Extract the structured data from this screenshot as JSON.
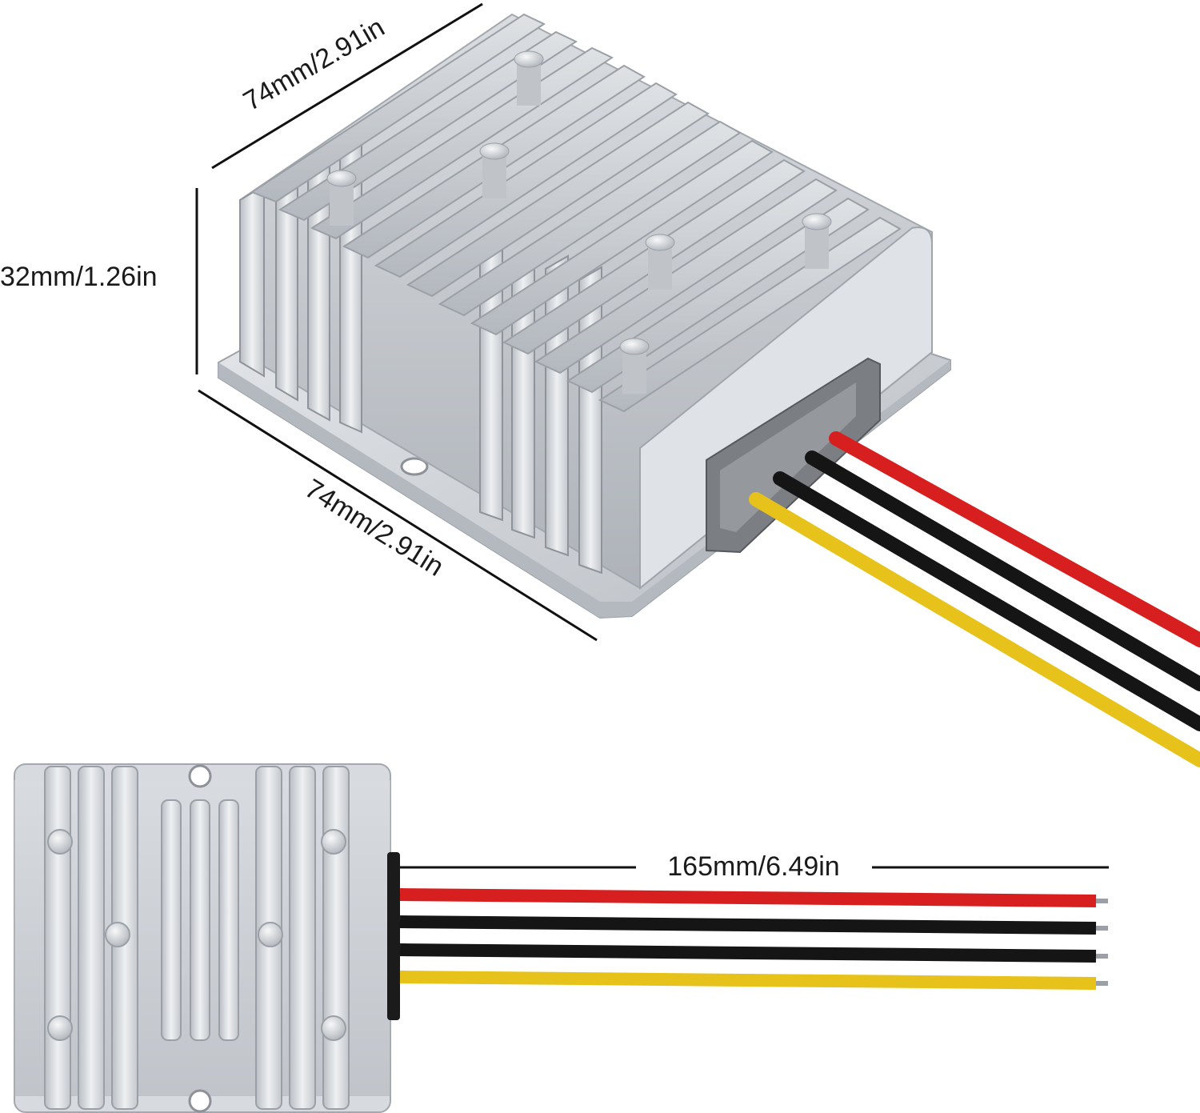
{
  "dimensions": {
    "top_width": "74mm/2.91in",
    "height": "32mm/1.26in",
    "depth": "74mm/2.91in",
    "cable_length": "165mm/6.49in"
  },
  "wire_colors": {
    "red": "#d81f1f",
    "black": "#151515",
    "yellow": "#e6c21a"
  },
  "housing_color": "#c9cdd2"
}
